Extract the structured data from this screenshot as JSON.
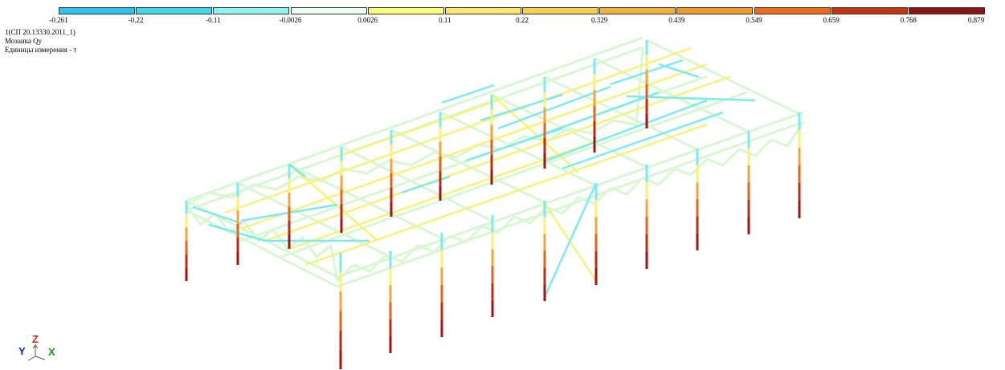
{
  "legend": {
    "colors": [
      "#29c5ec",
      "#45d5ec",
      "#8ff5ee",
      "#eafff0",
      "#fcfc7c",
      "#fbe86a",
      "#f7cf4a",
      "#f4b336",
      "#f19a2a",
      "#f06a1b",
      "#c23612",
      "#8a1414"
    ],
    "ticks": [
      "-0.261",
      "-0.22",
      "-0.11",
      "-0.0026",
      "0.0026",
      "0.11",
      "0.22",
      "0.329",
      "0.439",
      "0.549",
      "0.659",
      "0.768",
      "0.879"
    ]
  },
  "info": {
    "load_case": "1(СП 20.13330.2011_1)",
    "mosaic": "Мозаика Qy",
    "units": "Единицы измерения - т"
  },
  "axes": {
    "x": "X",
    "y": "Y",
    "z": "Z"
  },
  "colors": {
    "frame_light": "#d8f7d2",
    "member_yellow": "#f9f27a",
    "member_cyan": "#7ceaf0",
    "column_mid": "#f3a53a",
    "column_dark": "#a01414"
  }
}
